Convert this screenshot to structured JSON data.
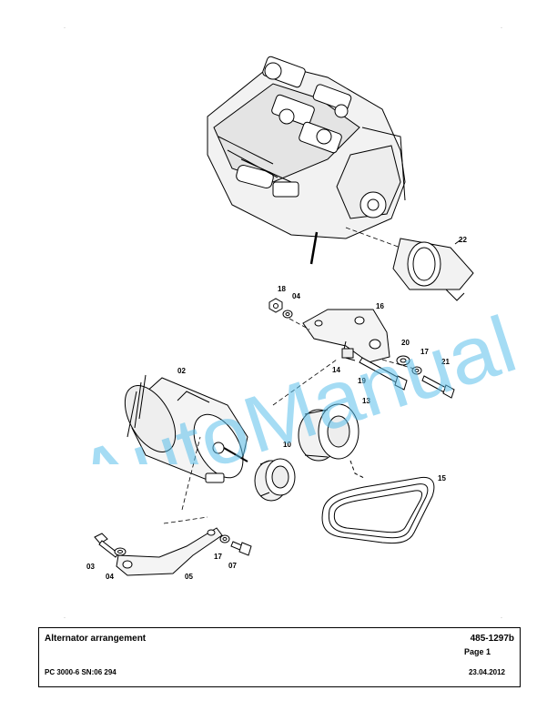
{
  "document": {
    "title": "Alternator arrangement",
    "doc_number": "485-1297b",
    "page_label": "Page 1",
    "model": "PC 3000-6 SN:06 294",
    "date": "23.04.2012"
  },
  "watermark": {
    "text": "AutoManual",
    "color": "#5bc0eb"
  },
  "callouts": {
    "c22": "22",
    "c18": "18",
    "c04a": "04",
    "c16": "16",
    "c20": "20",
    "c17a": "17",
    "c21": "21",
    "c14": "14",
    "c19": "19",
    "c02": "02",
    "c13": "13",
    "c10": "10",
    "c15": "15",
    "c03": "03",
    "c04b": "04",
    "c05": "05",
    "c17b": "17",
    "c07": "07"
  },
  "crop_marks": {
    "top_left": "·",
    "top_right": "·",
    "bottom_left": "·",
    "bottom_right": "·"
  }
}
